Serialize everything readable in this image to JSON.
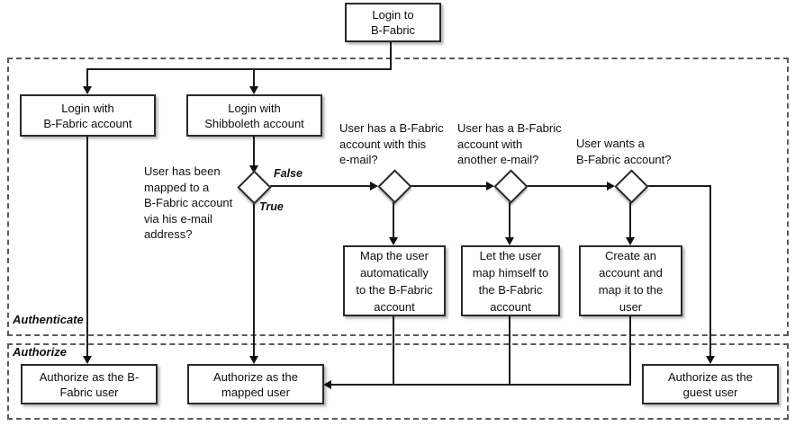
{
  "colors": {
    "background": "#ffffff",
    "line": "#1c1c1c",
    "node_border": "#2a2a2a",
    "region_border": "#5a5a5a",
    "text": "#0f0f0f"
  },
  "regions": {
    "authenticate": {
      "label": "Authenticate"
    },
    "authorize": {
      "label": "Authorize"
    }
  },
  "nodes": {
    "root": {
      "label": "Login to\nB-Fabric"
    },
    "login_bfabric": {
      "label": "Login with\nB-Fabric account"
    },
    "login_shibboleth": {
      "label": "Login with\nShibboleth account"
    },
    "map_auto": {
      "label": "Map the user\nautomatically\nto the B-Fabric\naccount"
    },
    "let_user_map": {
      "label": "Let the user\nmap himself to\nthe B-Fabric\naccount"
    },
    "create_account": {
      "label": "Create an\naccount and\nmap it to the\nuser"
    },
    "authorize_bfabric": {
      "label": "Authorize as the B-\nFabric user"
    },
    "authorize_mapped": {
      "label": "Authorize as the\nmapped user"
    },
    "authorize_guest": {
      "label": "Authorize as the\nguest user"
    }
  },
  "decisions": {
    "q1": {
      "label": "User has been\nmapped to a\nB-Fabric account\nvia his e-mail\naddress?"
    },
    "q2": {
      "label": "User has a B-Fabric\naccount with this\ne-mail?"
    },
    "q3": {
      "label": "User has a B-Fabric\naccount with\nanother e-mail?"
    },
    "q4": {
      "label": "User wants a\nB-Fabric account?"
    }
  },
  "edge_labels": {
    "false": "False",
    "true": "True"
  }
}
